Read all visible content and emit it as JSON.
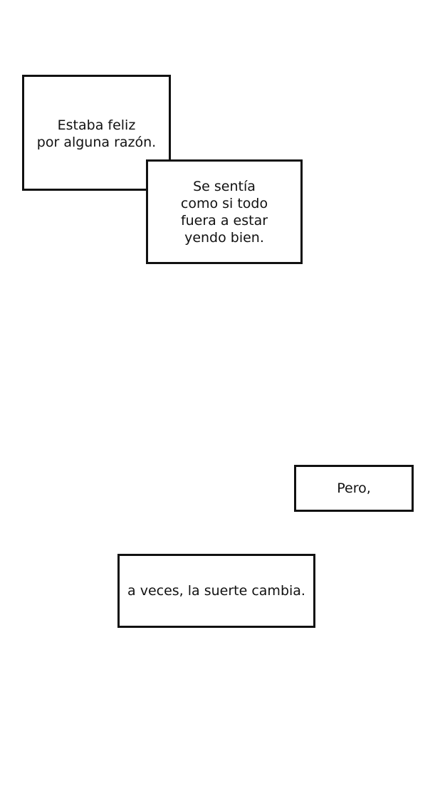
{
  "captions": [
    {
      "id": "box-1",
      "lines": [
        "Estaba feliz",
        "por alguna razón."
      ]
    },
    {
      "id": "box-2",
      "lines": [
        "Se sentía",
        "como si todo",
        "fuera a estar",
        "yendo bien."
      ]
    },
    {
      "id": "box-3",
      "lines": [
        "Pero,"
      ]
    },
    {
      "id": "box-4",
      "lines": [
        "a veces, la suerte cambia."
      ]
    }
  ]
}
